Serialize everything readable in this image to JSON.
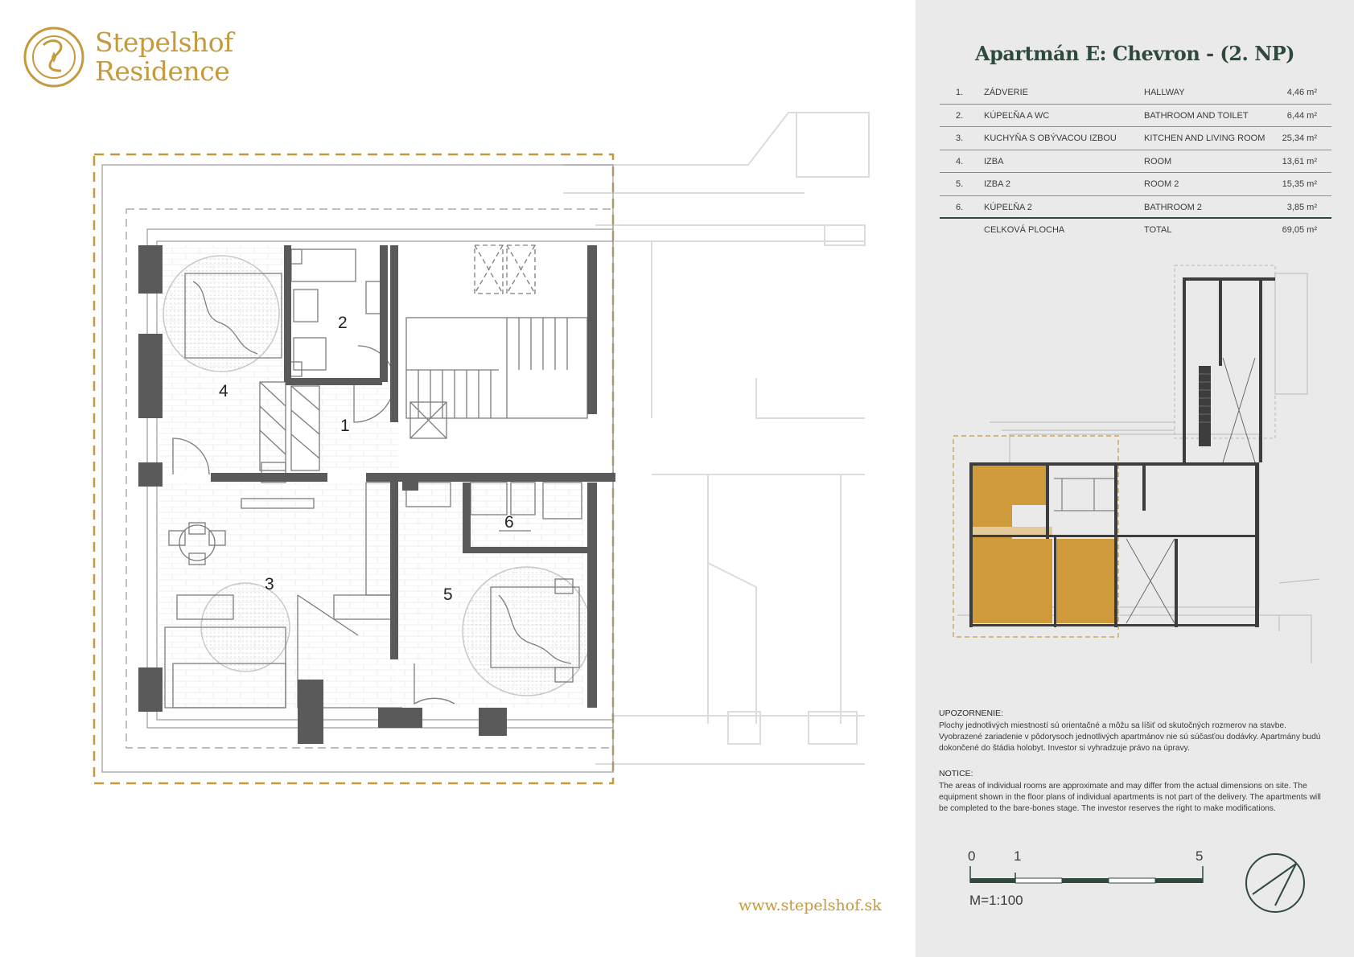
{
  "brand": {
    "name_line1": "Stepelshof",
    "name_line2": "Residence",
    "website": "www.stepelshof.sk",
    "gold": "#c49a3c",
    "green": "#2f4a3d"
  },
  "apartment": {
    "title": "Apartmán E: Chevron - (2. NP)"
  },
  "rooms": [
    {
      "num": "1.",
      "sk": "ZÁDVERIE",
      "en": "HALLWAY",
      "area": "4,46 m²"
    },
    {
      "num": "2.",
      "sk": "KÚPEĽŇA A WC",
      "en": "BATHROOM AND TOILET",
      "area": "6,44 m²"
    },
    {
      "num": "3.",
      "sk": "KUCHYŇA S OBÝVACOU IZBOU",
      "en": "KITCHEN AND LIVING ROOM",
      "area": "25,34 m²"
    },
    {
      "num": "4.",
      "sk": "IZBA",
      "en": "ROOM",
      "area": "13,61 m²"
    },
    {
      "num": "5.",
      "sk": "IZBA 2",
      "en": "ROOM 2",
      "area": "15,35 m²"
    },
    {
      "num": "6.",
      "sk": "KÚPEĽŇA 2",
      "en": "BATHROOM 2",
      "area": "3,85 m²"
    }
  ],
  "total": {
    "sk": "CELKOVÁ PLOCHA",
    "en": "TOTAL",
    "area": "69,05 m²"
  },
  "plan_labels": [
    "1",
    "2",
    "3",
    "4",
    "5",
    "6"
  ],
  "notice": {
    "sk_head": "UPOZORNENIE:",
    "sk_text": "Plochy jednotlivých miestností sú orientačné a môžu sa líšiť od skutočných rozmerov na stavbe. Vyobrazené zariadenie v pôdorysoch jednotlivých apartmánov nie sú súčasťou dodávky. Apartmány budú dokončené do štádia holobyt. Investor si vyhradzuje právo na úpravy.",
    "en_head": "NOTICE:",
    "en_text": "The areas of individual rooms are approximate and may differ from the actual dimensions on site. The equipment shown in the floor plans of individual apartments is not part of the delivery. The apartments will be completed to the bare-bones stage. The investor reserves the right to make modifications."
  },
  "scale": {
    "tick_0": "0",
    "tick_1": "1",
    "tick_5": "5",
    "ratio": "M=1:100"
  }
}
